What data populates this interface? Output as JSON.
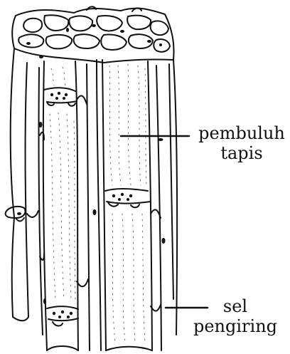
{
  "diagram": {
    "labels": {
      "pembuluh_tapis_line1": "pembuluh",
      "pembuluh_tapis_line2": "tapis",
      "sel_pengiring_line1": "sel",
      "sel_pengiring_line2": "pengiring"
    },
    "colors": {
      "ink": "#111111",
      "background": "#ffffff"
    }
  }
}
